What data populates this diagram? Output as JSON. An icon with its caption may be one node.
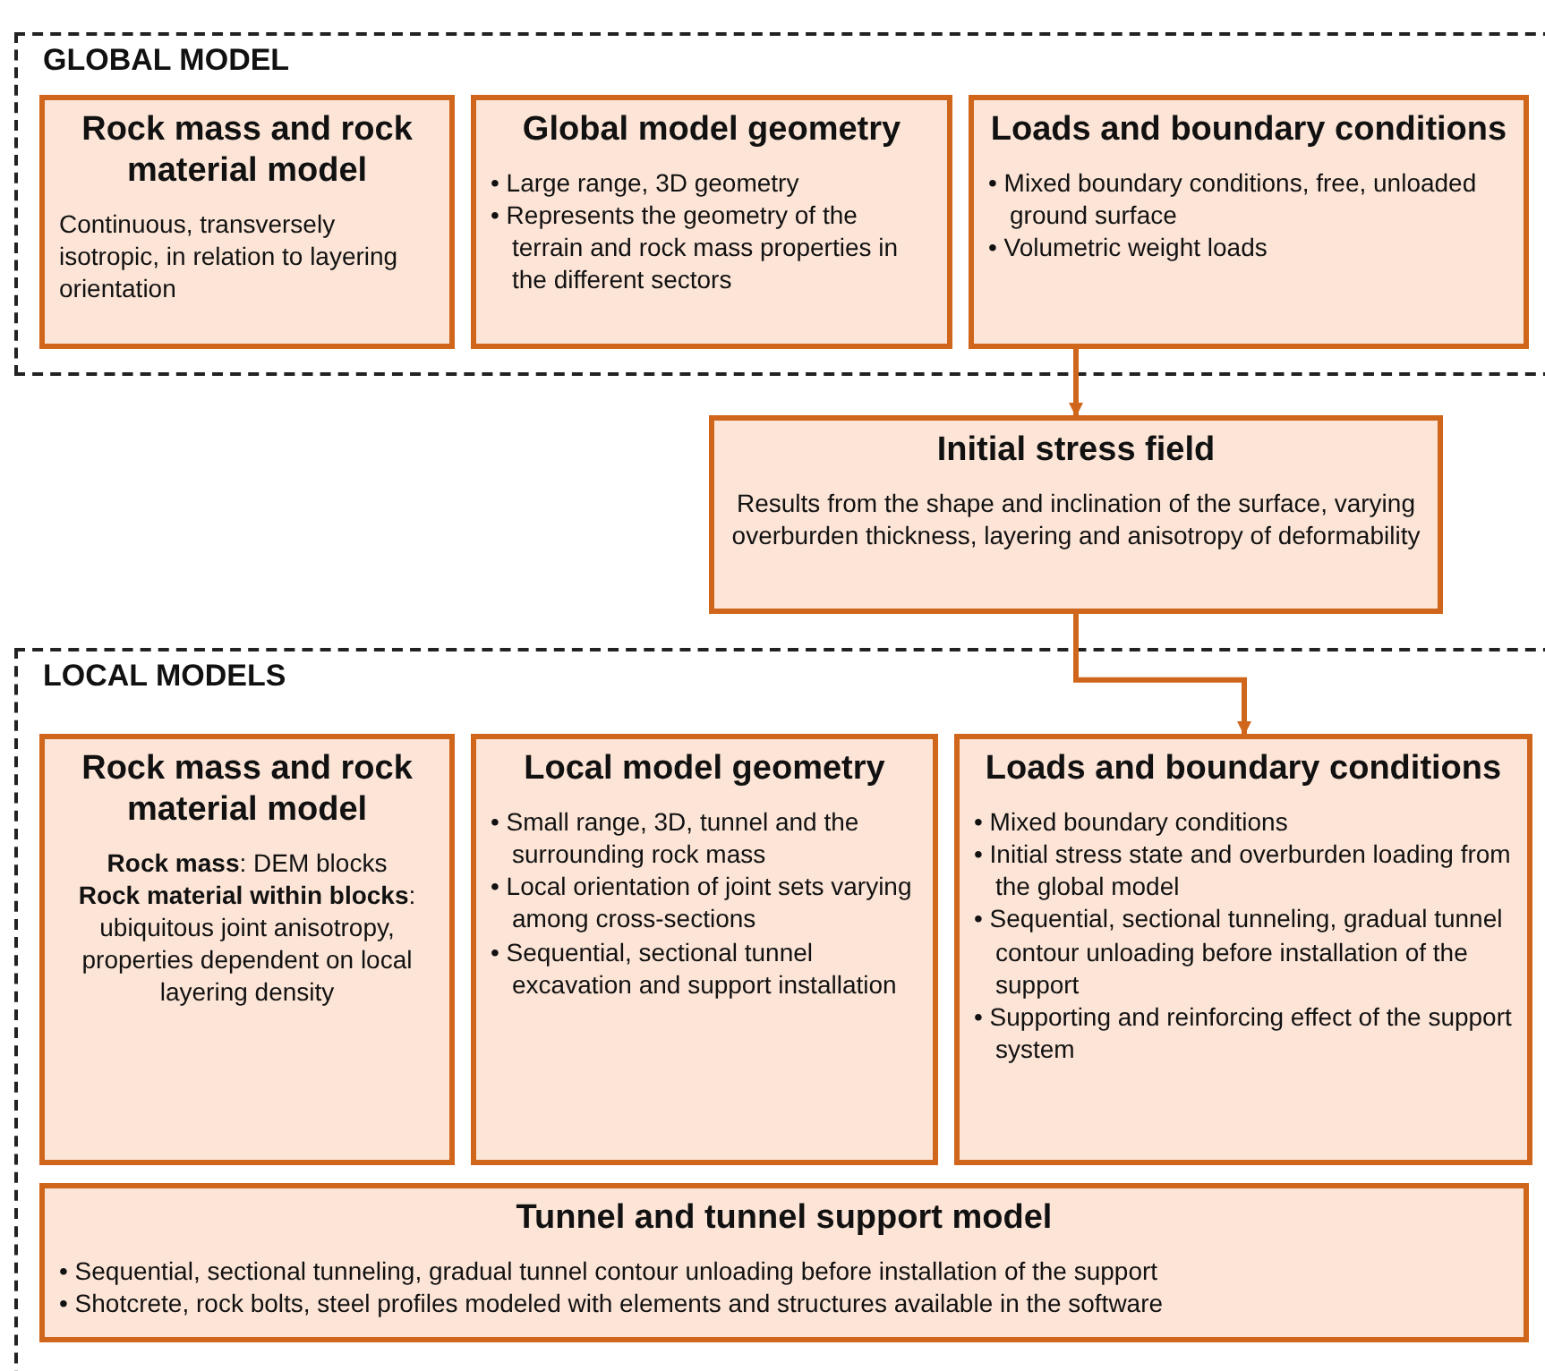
{
  "diagram": {
    "nodes": [
      {
        "text": [
          "GLOBAL MODEL"
        ]
      },
      {
        "text": [
          "Rock mass and rock material model",
          "Continuous, transversely isotropic, in relation to layering orientation"
        ],
        "in": 0
      },
      {
        "text": [
          "Global model geometry",
          "• Large range, 3D geometry",
          "• Represents the geometry of the terrain and rock mass properties in the different sectors"
        ],
        "in": 0
      },
      {
        "text": [
          "Loads and boundary conditions",
          "• Mixed boundary conditions, free, unloaded ground surface",
          "• Volumetric weight loads"
        ],
        "in": 0
      },
      {
        "text": [
          "Initial stress field",
          "Results from the shape and inclination of the surface, varying overburden thickness, layering and anisotropy of deformability"
        ]
      },
      {
        "text": [
          "LOCAL MODELS"
        ]
      },
      {
        "text": [
          "Rock mass and rock material model",
          "**Rock mass**: DEM blocks",
          "**Rock material within blocks**: ubiquitous joint anisotropy, properties dependent on local layering density"
        ],
        "in": 5
      },
      {
        "text": [
          "Local model geometry",
          "• Small range, 3D, tunnel and the surrounding rock mass",
          "• Local orientation of joint sets varying among cross-sections",
          "• Sequential, sectional tunnel excavation and support installation"
        ],
        "in": 5
      },
      {
        "text": [
          "Loads and boundary conditions",
          "• Mixed boundary conditions",
          "• Initial stress state and overburden loading from the global model",
          "• Sequential, sectional tunneling, gradual tunnel contour unloading before installation of the support",
          "• Supporting and reinforcing effect of the support system"
        ],
        "in": 5
      },
      {
        "text": [
          "Tunnel and tunnel support model",
          "• Sequential, sectional tunneling, gradual tunnel contour unloading before installation of the support",
          "• Shotcrete, rock bolts, steel profiles modeled with elements and structures available in the software"
        ],
        "in": 5
      }
    ],
    "edges": [
      {
        "from": 3,
        "to": 4,
        "arrow": "to"
      },
      {
        "from": 4,
        "to": 8,
        "arrow": "to"
      }
    ]
  }
}
